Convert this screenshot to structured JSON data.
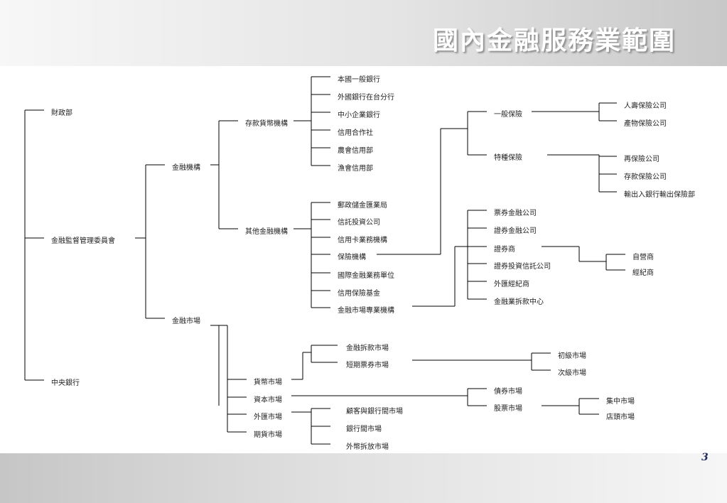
{
  "title": "國內金融服務業範圍",
  "page_number": "3",
  "nodes": {
    "moe": "財政部",
    "fsc": "金融監督管理委員會",
    "cb": "中央銀行",
    "inst": "金融機構",
    "mkt": "金融市場",
    "deposit": "存款貨幣機構",
    "other": "其他金融機構",
    "d1": "本國一般銀行",
    "d2": "外國銀行在台分行",
    "d3": "中小企業銀行",
    "d4": "信用合作社",
    "d5": "農會信用部",
    "d6": "漁會信用部",
    "o1": "郵政儲金匯業局",
    "o2": "信託投資公司",
    "o3": "信用卡業務機構",
    "o4": "保險機構",
    "o5": "國際金融業務單位",
    "o6": "信用保險基金",
    "o7": "金融市場專業機構",
    "ins_gen": "一般保險",
    "ins_spec": "特種保險",
    "ins_life": "人壽保險公司",
    "ins_prop": "產物保險公司",
    "ins_re": "再保險公司",
    "ins_dep": "存款保險公司",
    "ins_exim": "輸出入銀行輸出保險部",
    "s1": "票券金融公司",
    "s2": "證券金融公司",
    "s3": "證券商",
    "s4": "證券投資信託公司",
    "s5": "外匯經紀商",
    "s6": "金融業拆款中心",
    "dealer": "自營商",
    "broker": "經紀商",
    "money_mkt": "貨幣市場",
    "capital_mkt": "資本市場",
    "fx_mkt": "外匯市場",
    "futures_mkt": "期貨市場",
    "interbank_call": "金融拆款市場",
    "short_bills": "短期票券市場",
    "primary": "初級市場",
    "secondary": "次級市場",
    "bond_mkt": "債券市場",
    "stock_mkt": "股票市場",
    "central_mkt": "集中市場",
    "otc_mkt": "店頭市場",
    "cust_bank": "顧客與銀行間市場",
    "interbank": "銀行間市場",
    "fx_call": "外幣拆放市場"
  }
}
